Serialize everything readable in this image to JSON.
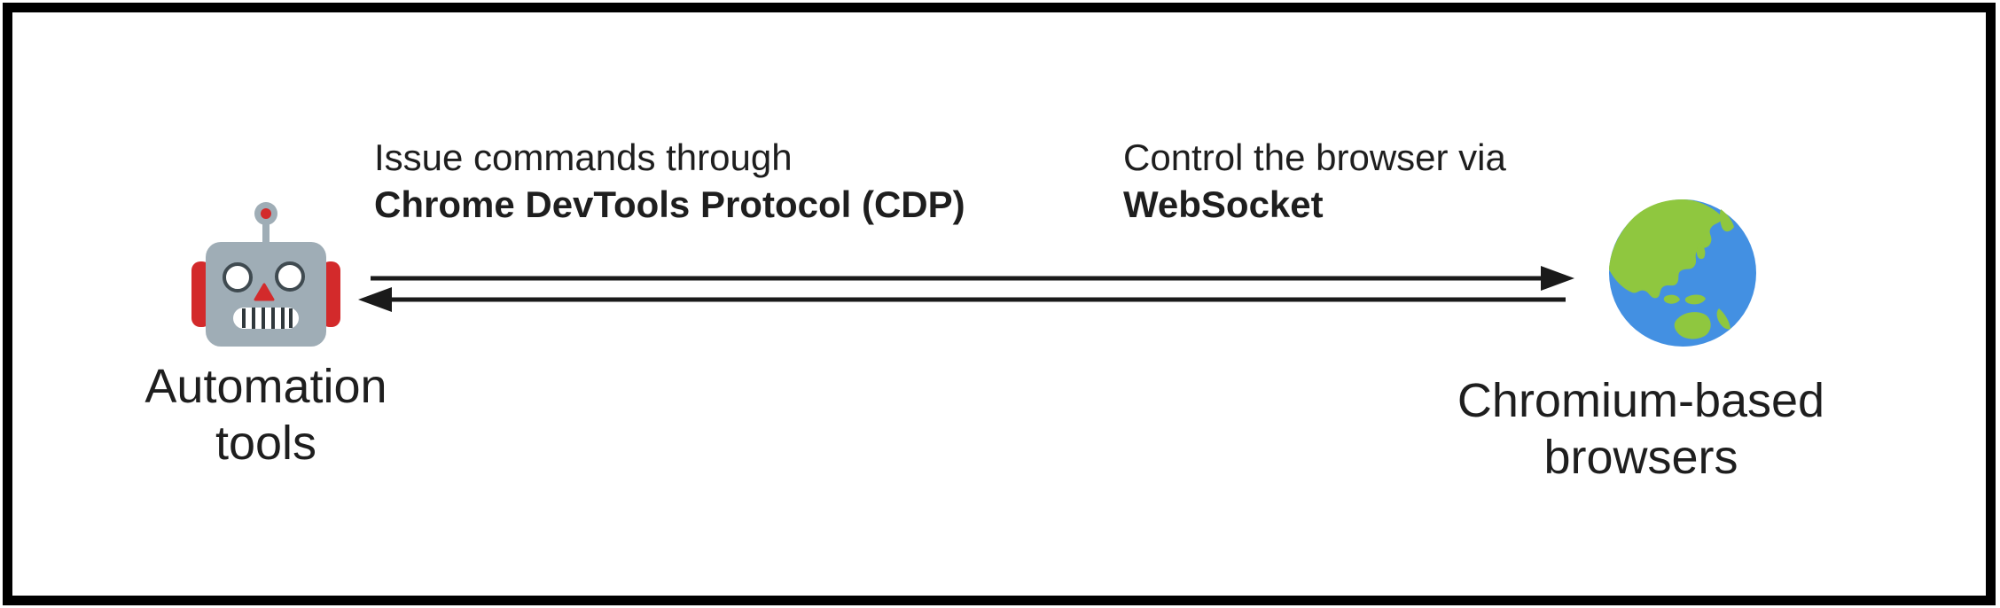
{
  "diagram": {
    "title": "CDP automation flow diagram",
    "nodes": {
      "automation": {
        "label_line1": "Automation",
        "label_line2": "tools",
        "icon": "robot-emoji"
      },
      "browsers": {
        "label_line1": "Chromium-based",
        "label_line2": "browsers",
        "icon": "globe-asia-australia-emoji"
      }
    },
    "annotations": {
      "cdp": {
        "regular": "Issue commands through",
        "bold": "Chrome DevTools Protocol (CDP)"
      },
      "websocket": {
        "regular": "Control the browser via",
        "bold": "WebSocket"
      }
    },
    "arrows": {
      "top": {
        "direction": "left-to-right"
      },
      "bottom": {
        "direction": "right-to-left"
      }
    },
    "colors": {
      "background": "#ffffff",
      "border": "#000000",
      "text": "#1e1e1e",
      "arrow": "#1a1a1a",
      "robot_head": "#9fadb6",
      "robot_red": "#d32a2b",
      "robot_eye_ring": "#3f4a50",
      "robot_mouth": "#ffffff",
      "robot_teeth": "#30383c",
      "globe_ocean": "#4390e2",
      "globe_land": "#8fc73f"
    }
  }
}
